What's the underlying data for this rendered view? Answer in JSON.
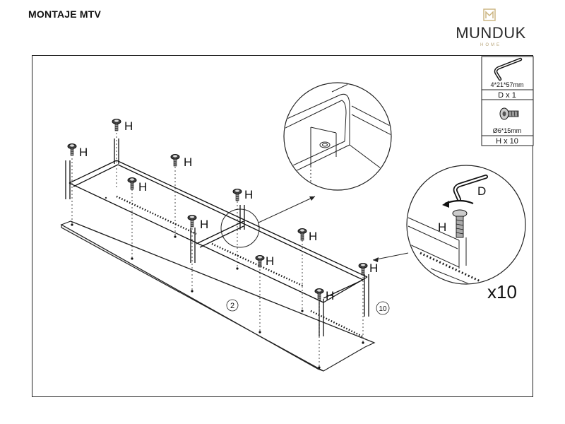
{
  "header": {
    "title": "MONTAJE MTV"
  },
  "brand": {
    "name": "MUNDUK",
    "sub": "HOME",
    "accent_color": "#c9b27c"
  },
  "parts": [
    {
      "size": "4*21*57mm",
      "qty": "D x 1",
      "icon": "allen-key-icon"
    },
    {
      "size": "Ø6*15mm",
      "qty": "H x 10",
      "icon": "screw-icon"
    }
  ],
  "labels": {
    "screw": "H",
    "tool": "D",
    "multiplier": "x10",
    "part_2": "2",
    "part_10": "10"
  }
}
